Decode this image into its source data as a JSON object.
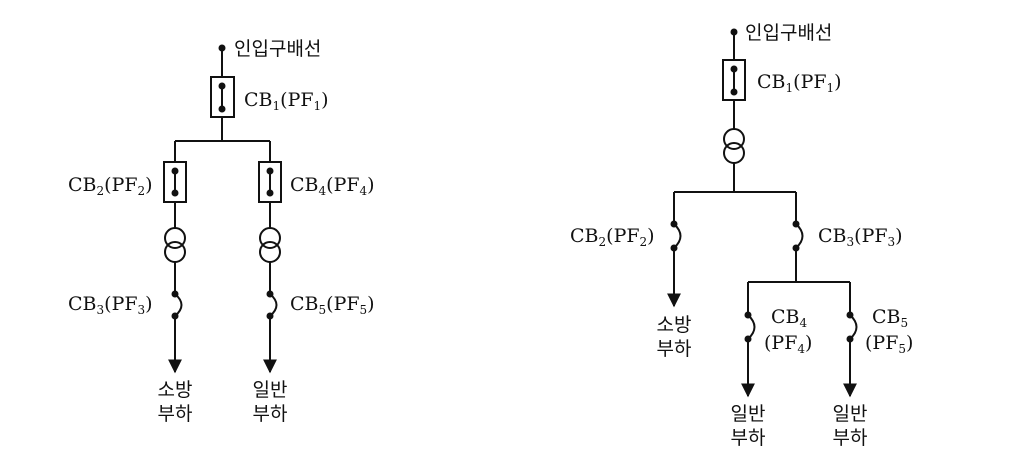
{
  "colors": {
    "ink": "#111111",
    "background": "#ffffff"
  },
  "left": {
    "source": "인입구배선",
    "cb1": {
      "base": "CB",
      "sub": "1",
      "paren_base": "PF",
      "paren_sub": "1"
    },
    "cb2": {
      "base": "CB",
      "sub": "2",
      "paren_base": "PF",
      "paren_sub": "2"
    },
    "cb4": {
      "base": "CB",
      "sub": "4",
      "paren_base": "PF",
      "paren_sub": "4"
    },
    "cb3": {
      "base": "CB",
      "sub": "3",
      "paren_base": "PF",
      "paren_sub": "3"
    },
    "cb5": {
      "base": "CB",
      "sub": "5",
      "paren_base": "PF",
      "paren_sub": "5"
    },
    "load_fire": [
      "소방",
      "부하"
    ],
    "load_general": [
      "일반",
      "부하"
    ]
  },
  "right": {
    "source": "인입구배선",
    "cb1": {
      "base": "CB",
      "sub": "1",
      "paren_base": "PF",
      "paren_sub": "1"
    },
    "cb2": {
      "base": "CB",
      "sub": "2",
      "paren_base": "PF",
      "paren_sub": "2"
    },
    "cb3": {
      "base": "CB",
      "sub": "3",
      "paren_base": "PF",
      "paren_sub": "3"
    },
    "cb4": {
      "base": "CB",
      "sub": "4",
      "paren_base": "PF",
      "paren_sub": "4"
    },
    "cb5": {
      "base": "CB",
      "sub": "5",
      "paren_base": "PF",
      "paren_sub": "5"
    },
    "load_fire": [
      "소방",
      "부하"
    ],
    "load_general_1": [
      "일반",
      "부하"
    ],
    "load_general_2": [
      "일반",
      "부하"
    ]
  }
}
